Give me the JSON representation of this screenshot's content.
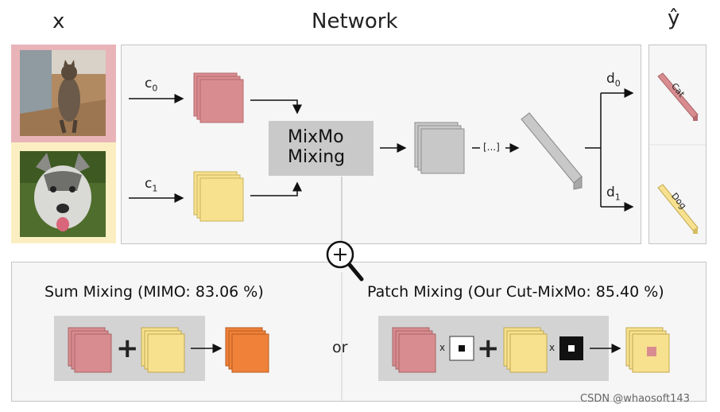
{
  "headers": {
    "x": "x",
    "network": "Network",
    "yhat": "ŷ"
  },
  "inputs": [
    {
      "name": "c",
      "sub": "0",
      "color": "#e8b4b8",
      "cube_color": "#d98c8f"
    },
    {
      "name": "c",
      "sub": "1",
      "color": "#fbefc2",
      "cube_color": "#f7e18f"
    }
  ],
  "mixing_block": {
    "line1": "MixMo",
    "line2": "Mixing"
  },
  "ellipsis": "[...]",
  "outputs": [
    {
      "name": "d",
      "sub": "0",
      "label": "Cat",
      "color": "#d98c8f"
    },
    {
      "name": "d",
      "sub": "1",
      "label": "Dog",
      "color": "#f7e18f"
    }
  ],
  "bottom": {
    "sum_title": "Sum Mixing (MIMO: 83.06 %)",
    "patch_title": "Patch Mixing (Our Cut-MixMo: 85.40 %)",
    "or": "or",
    "plus": "+",
    "times": "x",
    "sum_result_color": "#ef8139"
  },
  "watermark": "CSDN @whaosoft143"
}
